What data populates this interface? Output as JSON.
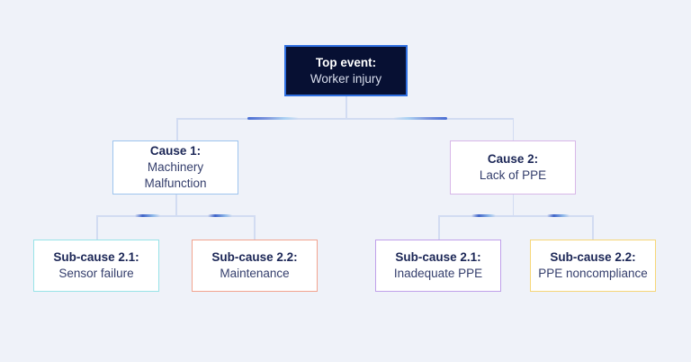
{
  "canvas": {
    "background": "#eff2f9",
    "connector_color": "#d2dcf2",
    "pulse_dark": "#4a6fd4",
    "pulse_light": "#a9d0f2"
  },
  "nodes": {
    "top_event": {
      "title": "Top event:",
      "subtitle": "Worker injury",
      "fill": "#071033",
      "border": "#2f6fe0"
    },
    "cause_1": {
      "title": "Cause 1:",
      "subtitle": "Machinery Malfunction",
      "border": "#9ec4ee"
    },
    "cause_2": {
      "title": "Cause 2:",
      "subtitle": "Lack of PPE",
      "border": "#d8b7e8"
    },
    "sub_cause_1_1": {
      "title": "Sub-cause 2.1:",
      "subtitle": "Sensor failure",
      "border": "#98e3e8"
    },
    "sub_cause_1_2": {
      "title": "Sub-cause 2.2:",
      "subtitle": "Maintenance",
      "border": "#f2a48f"
    },
    "sub_cause_2_1": {
      "title": "Sub-cause 2.1:",
      "subtitle": "Inadequate PPE",
      "border": "#c0a0ea"
    },
    "sub_cause_2_2": {
      "title": "Sub-cause 2.2:",
      "subtitle": "PPE noncompliance",
      "border": "#f6d678"
    }
  }
}
